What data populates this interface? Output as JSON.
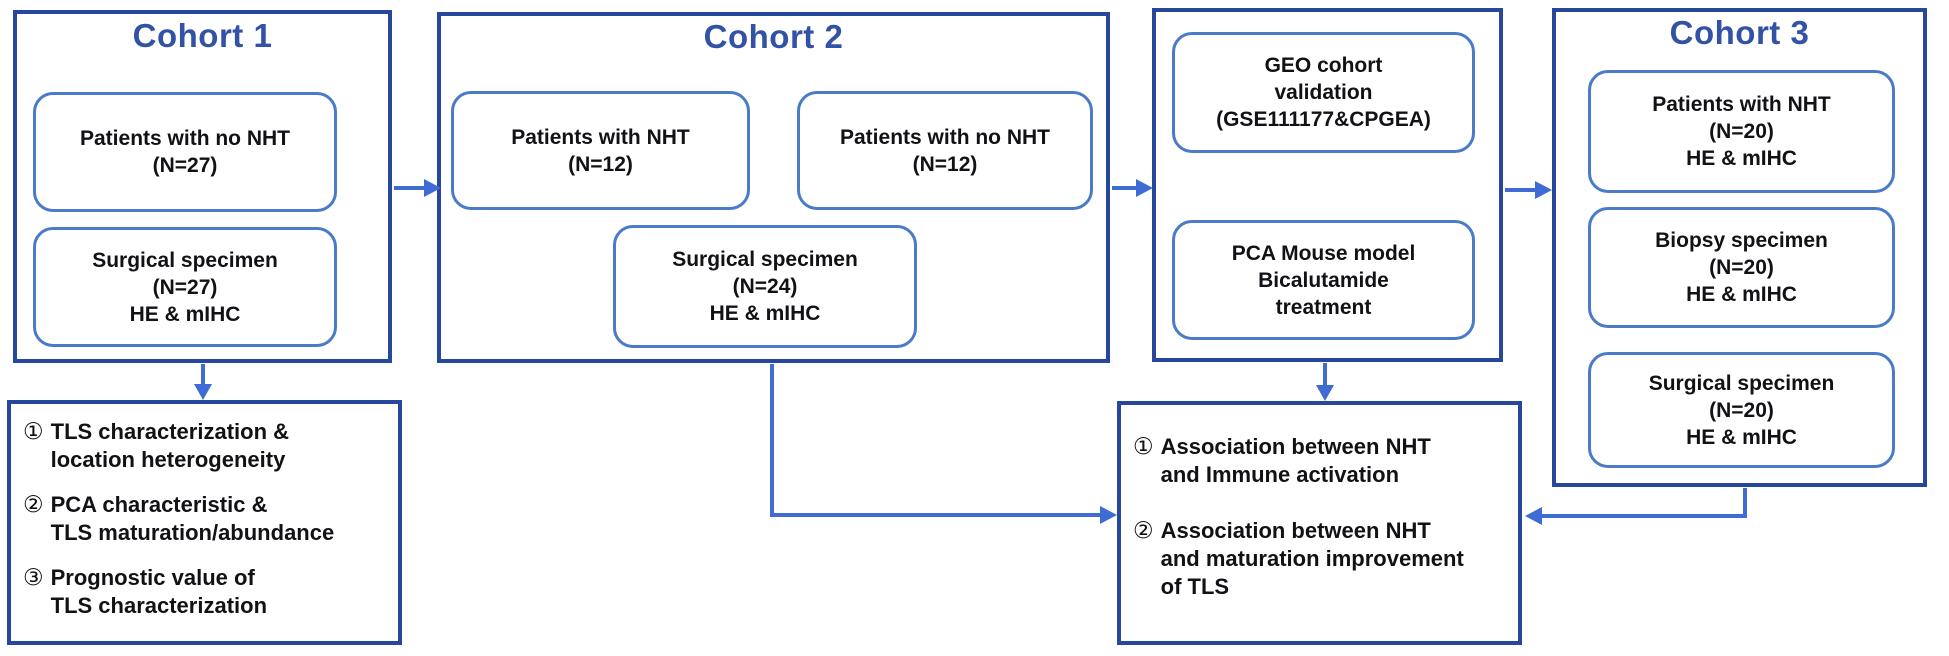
{
  "colors": {
    "frame_border": "#26479B",
    "node_border": "#4A7BC9",
    "arrow": "#3E6BD4",
    "title": "#3352A5",
    "text": "#121216"
  },
  "cohort1": {
    "title": "Cohort 1",
    "boxes": [
      {
        "lines": [
          "Patients with no NHT",
          "(N=27)"
        ]
      },
      {
        "lines": [
          "Surgical specimen",
          "(N=27)",
          "HE & mIHC"
        ]
      }
    ]
  },
  "cohort2": {
    "title": "Cohort 2",
    "boxes": [
      {
        "lines": [
          "Patients with NHT",
          "(N=12)"
        ]
      },
      {
        "lines": [
          "Patients with no NHT",
          "(N=12)"
        ]
      },
      {
        "lines": [
          "Surgical specimen",
          "(N=24)",
          "HE & mIHC"
        ]
      }
    ]
  },
  "validation": {
    "boxes": [
      {
        "lines": [
          "GEO cohort",
          "validation",
          "(GSE111177&CPGEA)"
        ]
      },
      {
        "lines": [
          "PCA Mouse model",
          "Bicalutamide",
          "treatment"
        ]
      }
    ]
  },
  "cohort3": {
    "title": "Cohort 3",
    "boxes": [
      {
        "lines": [
          "Patients with NHT",
          "(N=20)",
          "HE & mIHC"
        ]
      },
      {
        "lines": [
          "Biopsy specimen",
          "(N=20)",
          "HE & mIHC"
        ]
      },
      {
        "lines": [
          "Surgical specimen",
          "(N=20)",
          "HE & mIHC"
        ]
      }
    ]
  },
  "outcome1": {
    "items": [
      {
        "num": "①",
        "lines": [
          "TLS characterization &",
          "location heterogeneity"
        ]
      },
      {
        "num": "②",
        "lines": [
          "PCA characteristic &",
          "TLS maturation/abundance"
        ]
      },
      {
        "num": "③",
        "lines": [
          "Prognostic value of",
          "TLS characterization"
        ]
      }
    ]
  },
  "outcome2": {
    "items": [
      {
        "num": "①",
        "lines": [
          "Association between NHT",
          "and Immune activation"
        ]
      },
      {
        "num": "②",
        "lines": [
          "Association between NHT",
          "and maturation improvement",
          "of TLS"
        ]
      }
    ]
  }
}
